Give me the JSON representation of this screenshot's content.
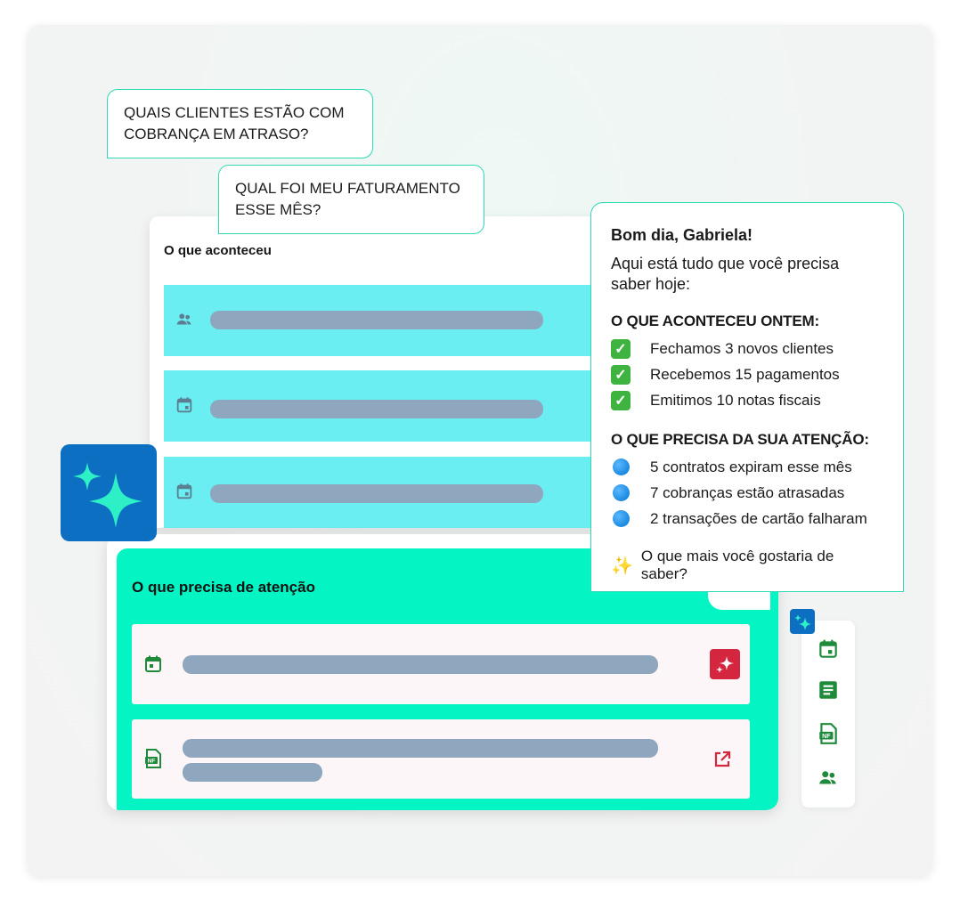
{
  "chat": {
    "question_1": "QUAIS CLIENTES ESTÃO COM COBRANÇA EM ATRASO?",
    "question_2": "QUAL FOI MEU FATURAMENTO ESSE MÊS?"
  },
  "happened_card": {
    "title": "O que aconteceu",
    "rows": [
      {
        "icon": "users-icon"
      },
      {
        "icon": "calendar-icon"
      },
      {
        "icon": "calendar-icon"
      }
    ]
  },
  "attention_card": {
    "title": "O que precisa de atenção",
    "items": [
      {
        "icon": "calendar-icon",
        "action_icon": "ai-sparkle-icon"
      },
      {
        "icon": "nf-document-icon",
        "action_icon": "external-link-icon"
      }
    ]
  },
  "assistant": {
    "greeting": "Bom dia, Gabriela!",
    "intro": "Aqui está tudo que você precisa saber hoje:",
    "yesterday_title": "O QUE ACONTECEU ONTEM:",
    "yesterday_items": [
      "Fechamos 3 novos clientes",
      "Recebemos 15 pagamentos",
      "Emitimos 10 notas fiscais"
    ],
    "attention_title": "O QUE PRECISA DA SUA ATENÇÃO:",
    "attention_items": [
      "5 contratos expiram esse mês",
      "7 cobranças estão atrasadas",
      "2 transações de cartão falharam"
    ],
    "followup": "O que mais você gostaria de saber?"
  },
  "sidebar": {
    "icons": [
      "calendar-icon",
      "notes-icon",
      "nf-document-icon",
      "users-icon"
    ]
  },
  "colors": {
    "accent_green": "#05f4c3",
    "cyan_row": "#6aeef2",
    "brand_blue": "#0d6fc1",
    "icon_green": "#1f8a3a",
    "alert_red": "#d4273f",
    "placeholder_bar": "#8fa7be"
  }
}
